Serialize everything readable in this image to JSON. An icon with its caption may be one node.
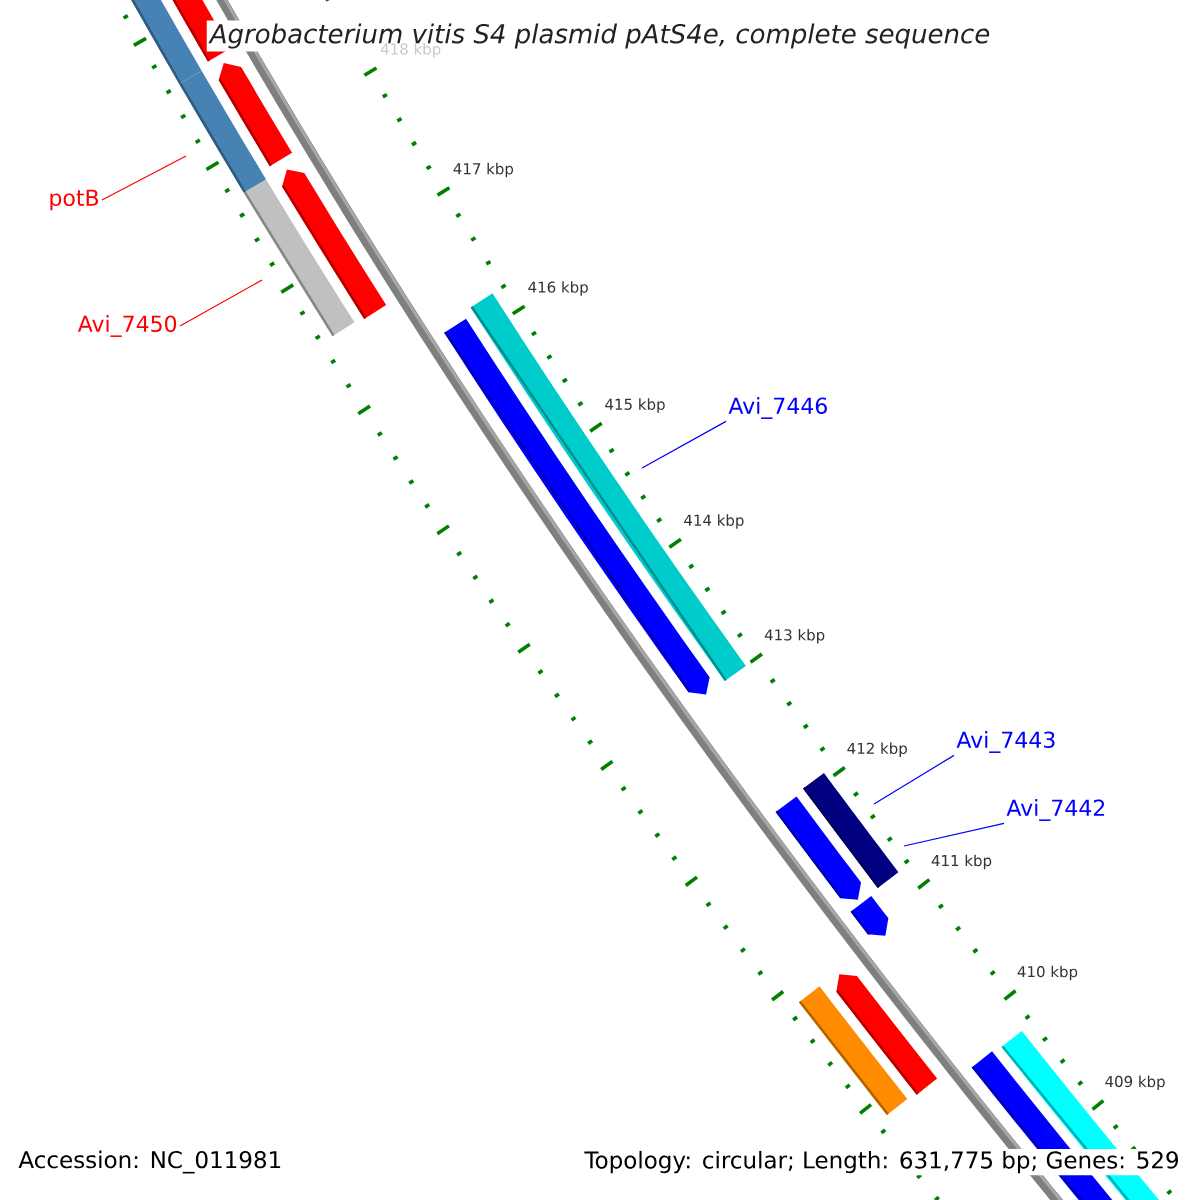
{
  "diagram": {
    "title": "Agrobacterium vitis S4 plasmid pAtS4e, complete sequence",
    "nodes": [
      {
        "text": [
          "potB"
        ]
      },
      {
        "text": [
          "Avi_7450"
        ]
      },
      {
        "text": [
          "Avi_7446"
        ]
      },
      {
        "text": [
          "Avi_7443"
        ]
      },
      {
        "text": [
          "Avi_7442"
        ]
      }
    ],
    "edges": [
      {
        "from": 0,
        "to": null,
        "arrow": "none",
        "color": "#ff0000"
      },
      {
        "from": 1,
        "to": null,
        "arrow": "none",
        "color": "#ff0000"
      },
      {
        "from": 2,
        "to": null,
        "arrow": "none",
        "color": "#0000ff"
      },
      {
        "from": 3,
        "to": null,
        "arrow": "none",
        "color": "#0000ff"
      },
      {
        "from": 4,
        "to": null,
        "arrow": "none",
        "color": "#0000ff"
      }
    ],
    "labels": [
      "418 kbp",
      "417 kbp",
      "416 kbp",
      "415 kbp",
      "414 kbp",
      "413 kbp",
      "412 kbp",
      "411 kbp",
      "410 kbp",
      "409 kbp",
      "Accession: NC_011981",
      "Topology: circular; Length: 631,775 bp; Genes: 529"
    ]
  }
}
